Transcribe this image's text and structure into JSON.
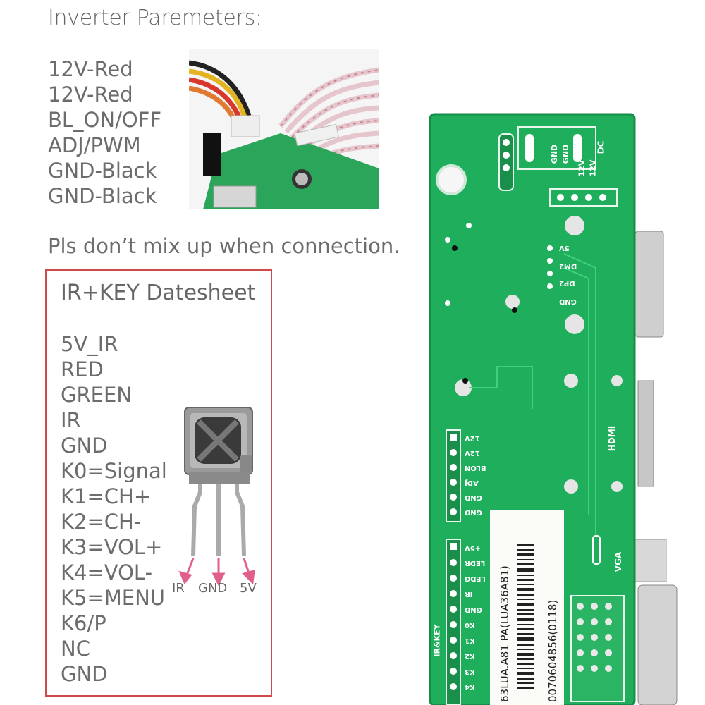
{
  "inverter": {
    "title": "Inverter Paremeters:",
    "lines": [
      "12V-Red",
      "12V-Red",
      "BL_ON/OFF",
      "ADJ/PWM",
      "GND-Black",
      "GND-Black"
    ],
    "note": "Pls don’t mix up when connection."
  },
  "ir_key": {
    "title": "IR+KEY Datesheet",
    "lines": [
      "5V_IR",
      "RED",
      "GREEN",
      "IR",
      "GND",
      "K0=Signal",
      "K1=CH+",
      "K2=CH-",
      "K3=VOL+",
      "K4=VOL-",
      "K5=MENU",
      "K6/P",
      "NC",
      "GND"
    ],
    "pins": [
      "IR",
      "GND",
      "5V"
    ]
  },
  "board": {
    "top_labels": [
      "GND",
      "GND",
      "12V",
      "12V",
      "DC"
    ],
    "side_labels": [
      "5V",
      "DM2",
      "DP2",
      "GND"
    ],
    "hdmi": "HDMI",
    "vga": "VGA",
    "inv_pins": [
      "12V",
      "12V",
      "BLON",
      "ADJ",
      "GND",
      "GND"
    ],
    "key_pins": [
      "+5V",
      "LEDR",
      "LEDG",
      "IR",
      "GND",
      "K0",
      "K1",
      "K2",
      "K3",
      "K4"
    ],
    "irkey": "IR&KEY",
    "sticker_line1": "63LUA.A81 PA(LUA36A81)",
    "sticker_line2": "0070604856(0118)"
  },
  "colors": {
    "pcb": "#1fae5c",
    "pcb_dark": "#178c49",
    "box_border": "#d04a4a",
    "arrow": "#e0608a",
    "text": "#6a6a6a"
  }
}
